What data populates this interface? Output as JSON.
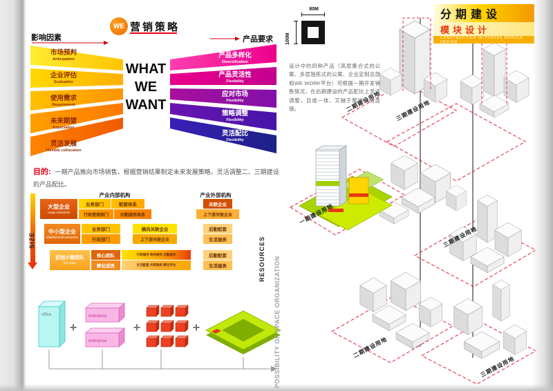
{
  "marketing": {
    "logo_text": "WE",
    "title": "营销策略",
    "left_heading": "影响因素",
    "right_heading": "产品要求",
    "center_lines": [
      "WHAT",
      "WE",
      "WANT"
    ],
    "left_items": [
      {
        "zh": "市场预判",
        "en": "Anticipation"
      },
      {
        "zh": "企业评估",
        "en": "Evaluation"
      },
      {
        "zh": "使用需求",
        "en": "Requirement"
      },
      {
        "zh": "未来期望",
        "en": "Expectation"
      },
      {
        "zh": "灵活发展",
        "en": "Flexible collocation"
      }
    ],
    "right_items": [
      {
        "zh": "产品多样化",
        "en": "Diversification"
      },
      {
        "zh": "产品灵活性",
        "en": "Flexibility"
      },
      {
        "zh": "应对市场",
        "en": "Flexibility"
      },
      {
        "zh": "策略调整",
        "en": "Flexibility"
      },
      {
        "zh": "灵活配比",
        "en": "Flexibility"
      }
    ]
  },
  "purpose": {
    "label": "目的:",
    "text": "一期产品推向市场销售，根据营销结果制定未来发展策略，灵活调整二、三期建设的产品配比。"
  },
  "org": {
    "size_label": "SIZE",
    "resources_label": "RESOURCES",
    "internal_header": "产业内部机构",
    "external_header": "产业外部机构",
    "rows": [
      {
        "zh": "大型企业",
        "en": "Large enterprise",
        "c1": "业务部门",
        "c2": "配套体系",
        "c3": "行政管理部门",
        "c4": "后勤服务体系",
        "e1": "关联企业",
        "e2": "上下游关联企业"
      },
      {
        "zh": "中小型企业",
        "en": "Middle/small enterprise",
        "c1": "业务部门",
        "c2": "行政部门",
        "m1": "横向关联企业",
        "m2": "上下游关联企业",
        "e1": "后勤配套",
        "e2": "生活服务"
      },
      {
        "zh": "初创小微团队",
        "en": "tiny team",
        "c1": "核心团队",
        "c2": "孵化成员",
        "m1": "行政服务 商务服务 后勤服务",
        "m2": "生活配套 共享服务 孵化平台",
        "e1": "后勤配套",
        "e2": "生活服务"
      }
    ]
  },
  "formula": {
    "plus": "+",
    "items": [
      {
        "label": "office"
      },
      {
        "label": "enterprise"
      },
      {
        "label": "enterprise"
      }
    ],
    "possibility_label": "POSSIBILITY OF SPACE ORGANIZATION"
  },
  "phasing": {
    "title1": "分期建设",
    "title2": "模块设计",
    "subtitle": "CONSTRUCTION IN PHASES MODULE DESIGN",
    "scale_w": "80M",
    "scale_h": "100M",
    "paragraph": "设计中的四种产品（高层集合式的公寓、多层独栋式的公寓、企业定制总部和WE WORK平台）可根据一期开发销售情况，在后期建设的产品配比上灵活调整，自成一体、又融于整体和而连接。",
    "site_labels": [
      "二期建设用地",
      "三期建设用地",
      "一期建设用地",
      "三期建设用地",
      "二期建设用地",
      "三期建设用地"
    ]
  },
  "colors": {
    "accent_red": "#e60012",
    "yellow": "#ffd400",
    "orange": "#f39800",
    "magenta": "#ec008c",
    "blue": "#1d2088",
    "lime": "#c0e80a",
    "dashed_red": "#e8334a"
  }
}
